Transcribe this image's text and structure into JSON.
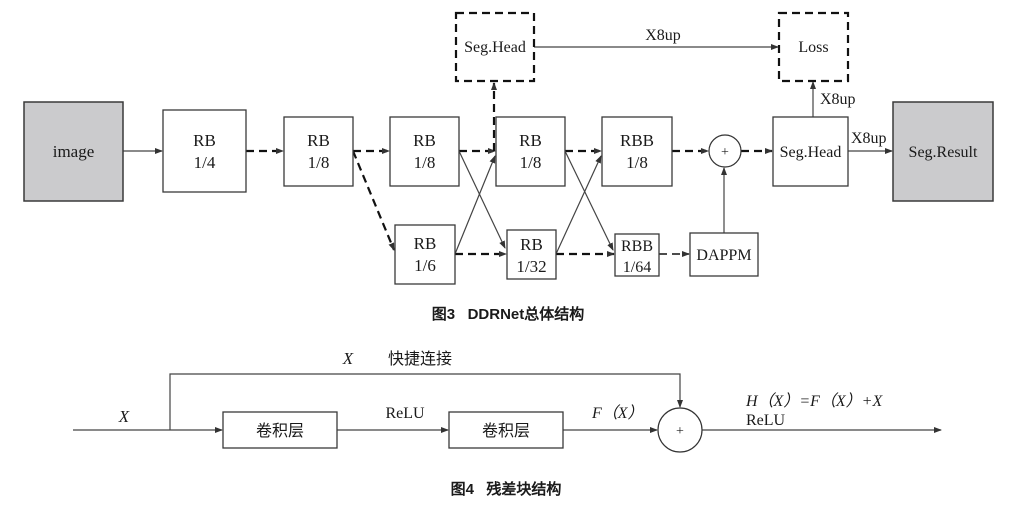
{
  "figure3": {
    "caption": "图3   DDRNet总体结构",
    "nodes": {
      "image": "image",
      "rb_1_4": [
        "RB",
        "1/4"
      ],
      "rb_1_8_a": [
        "RB",
        "1/8"
      ],
      "rb_1_8_b": [
        "RB",
        "1/8"
      ],
      "rb_1_8_c": [
        "RB",
        "1/8"
      ],
      "rbb_1_8": [
        "RBB",
        "1/8"
      ],
      "rb_1_6": [
        "RB",
        "1/6"
      ],
      "rb_1_32": [
        "RB",
        "1/32"
      ],
      "rbb_1_64": [
        "RBB",
        "1/64"
      ],
      "dappm": "DAPPM",
      "seg_head_aux": "Seg.Head",
      "loss": "Loss",
      "sum": "+",
      "seg_head_main": "Seg.Head",
      "seg_result": "Seg.Result"
    },
    "edge_labels": {
      "aux_to_loss": "X8up",
      "head_to_loss": "X8up",
      "head_to_result": "X8up"
    }
  },
  "figure4": {
    "caption": "图4   残差块结构",
    "input_label": "X",
    "shortcut_var": "X",
    "shortcut_label": "快捷连接",
    "conv1": "卷积层",
    "relu_mid": "ReLU",
    "conv2": "卷积层",
    "fx_label": "F（X）",
    "sum": "+",
    "output_formula": "H（X）=F（X）+X",
    "output_relu": "ReLU"
  }
}
